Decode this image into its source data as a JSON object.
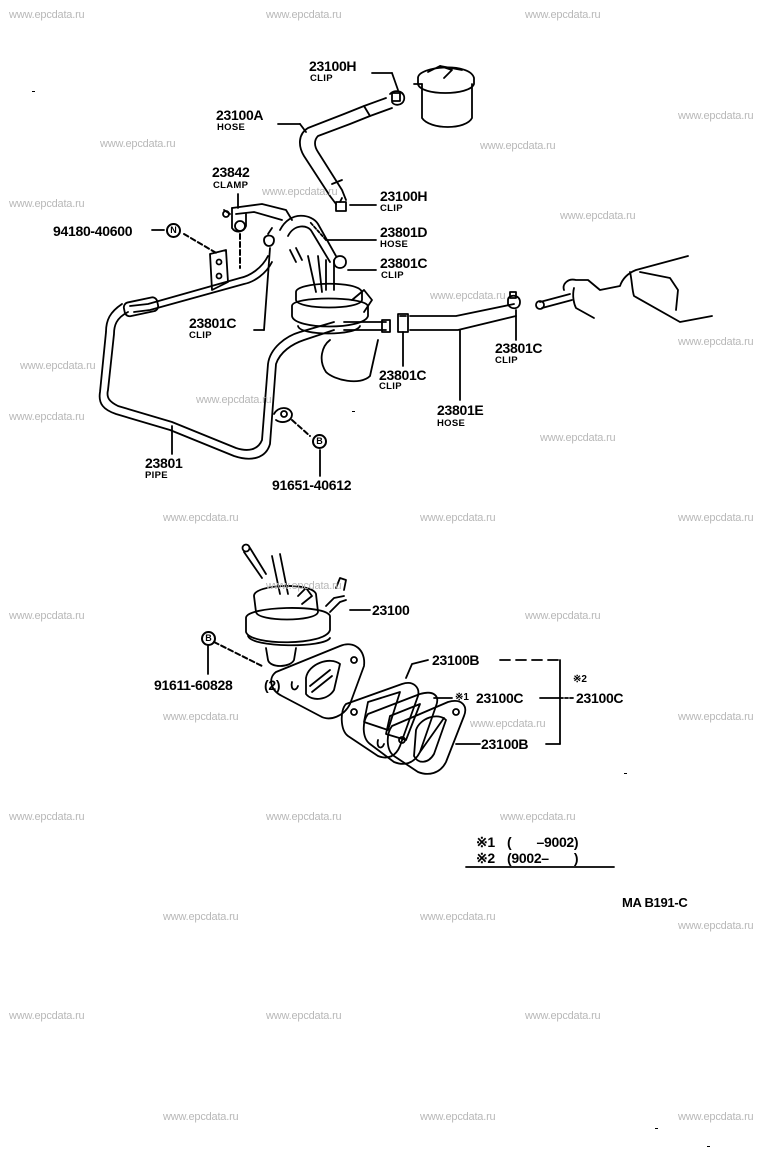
{
  "diagram": {
    "code": "MA B191-C",
    "watermark": "www.epcdata.ru",
    "colors": {
      "ink": "#000000",
      "watermark": "#b8b8b8",
      "background": "#ffffff"
    }
  },
  "callouts": {
    "clip_23100h_top": {
      "part": "23100H",
      "name": "CLIP"
    },
    "hose_23100a": {
      "part": "23100A",
      "name": "HOSE"
    },
    "clamp_23842": {
      "part": "23842",
      "name": "CLAMP"
    },
    "clip_23100h_mid": {
      "part": "23100H",
      "name": "CLIP"
    },
    "bolt_94180": {
      "part": "94180-40600",
      "symbol": "N"
    },
    "hose_23801d": {
      "part": "23801D",
      "name": "HOSE"
    },
    "clip_23801c_upper": {
      "part": "23801C",
      "name": "CLIP"
    },
    "clip_23801c_left": {
      "part": "23801C",
      "name": "CLIP"
    },
    "clip_23801c_right": {
      "part": "23801C",
      "name": "CLIP"
    },
    "clip_23801c_lower": {
      "part": "23801C",
      "name": "CLIP"
    },
    "hose_23801e": {
      "part": "23801E",
      "name": "HOSE"
    },
    "pipe_23801": {
      "part": "23801",
      "name": "PIPE"
    },
    "bolt_91651": {
      "part": "91651-40612",
      "symbol": "B"
    },
    "pump_23100": {
      "part": "23100"
    },
    "bolt_91611": {
      "part": "91611-60828",
      "qty": "(2)",
      "symbol": "B"
    },
    "gasket_23100b_top": {
      "part": "23100B"
    },
    "gasket_23100c_inner": {
      "part": "23100C",
      "mark": "※1"
    },
    "gasket_23100c_kit": {
      "part": "23100C",
      "mark": "※2"
    },
    "gasket_23100b_bottom": {
      "part": "23100B"
    }
  },
  "legend": {
    "rows": [
      {
        "mark": "※1",
        "range": "(       –9002)"
      },
      {
        "mark": "※2",
        "range": "(9002–       )"
      }
    ]
  }
}
